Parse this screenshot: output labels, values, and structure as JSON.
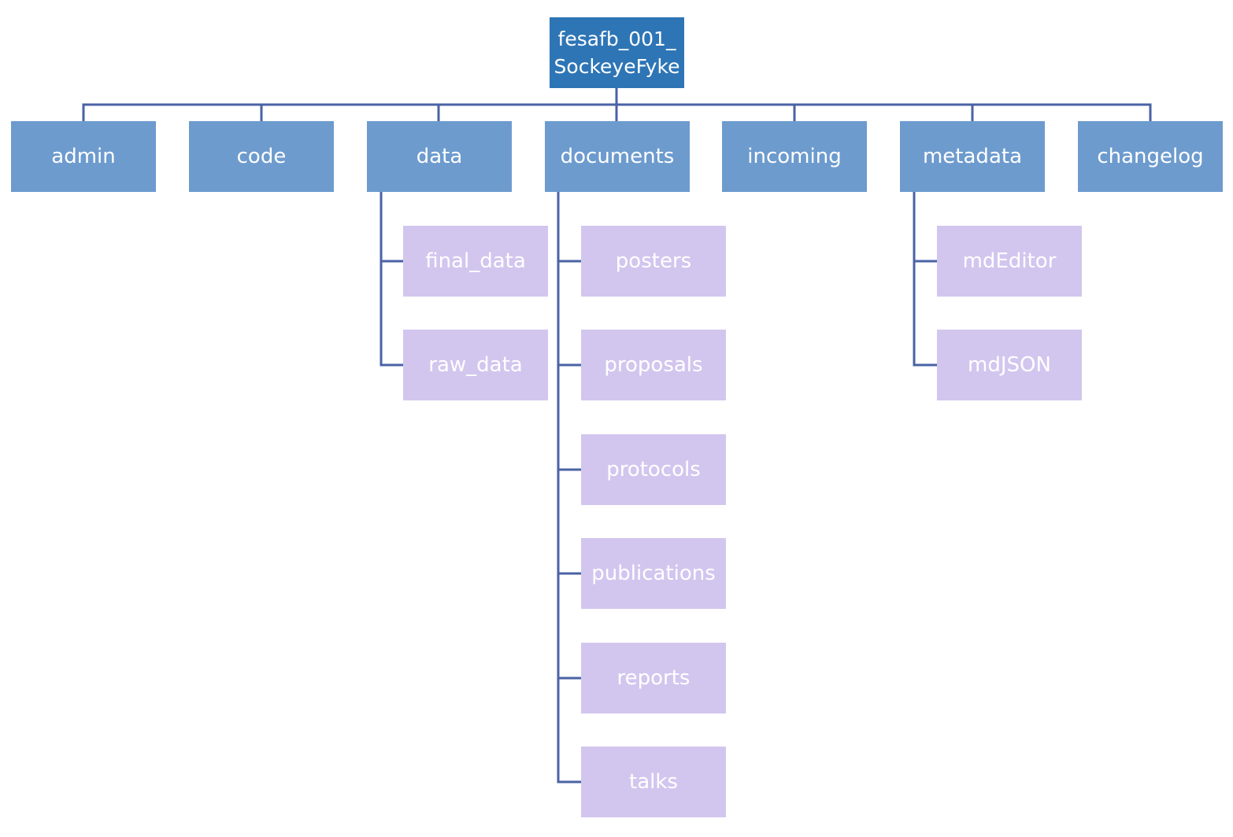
{
  "root": {
    "line1": "fesafb_001_",
    "line2": "SockeyeFyke"
  },
  "folders": {
    "admin": "admin",
    "code": "code",
    "data": "data",
    "documents": "documents",
    "incoming": "incoming",
    "metadata": "metadata",
    "changelog": "changelog"
  },
  "data_children": [
    "final_data",
    "raw_data"
  ],
  "documents_children": [
    "posters",
    "proposals",
    "protocols",
    "publications",
    "reports",
    "talks"
  ],
  "metadata_children": [
    "mdEditor",
    "mdJSON"
  ],
  "colors": {
    "root_fill": "#2e75b6",
    "folder_fill": "#6d9bce",
    "subfolder_fill": "#d2c6ef",
    "connector": "#4a62a6",
    "text": "#ffffff"
  }
}
